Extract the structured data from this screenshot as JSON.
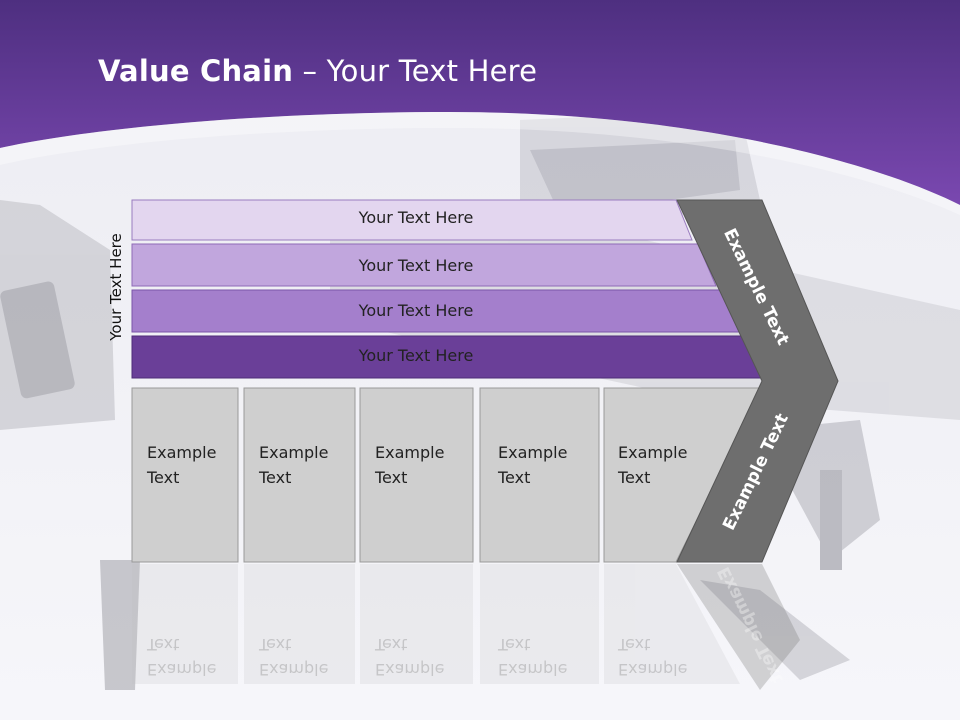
{
  "slide": {
    "title_bold": "Value Chain",
    "title_rest": " – Your Text Here",
    "side_label": "Your Text Here",
    "bands": [
      "Your Text Here",
      "Your Text Here",
      "Your Text Here",
      "Your Text Here"
    ],
    "boxes": [
      "Example\nText",
      "Example\nText",
      "Example\nText",
      "Example\nText",
      "Example\nText"
    ],
    "chevron_top": "Example Text",
    "chevron_bottom": "Example Text"
  },
  "colors": {
    "header_purple": "#5b3a95",
    "band_1": "#e3d6ef",
    "band_2": "#c1a6dd",
    "band_3": "#a47fcc",
    "band_4": "#6a3f98",
    "box_gray": "#cfcfcf",
    "chevron_gray": "#6e6e6e"
  }
}
